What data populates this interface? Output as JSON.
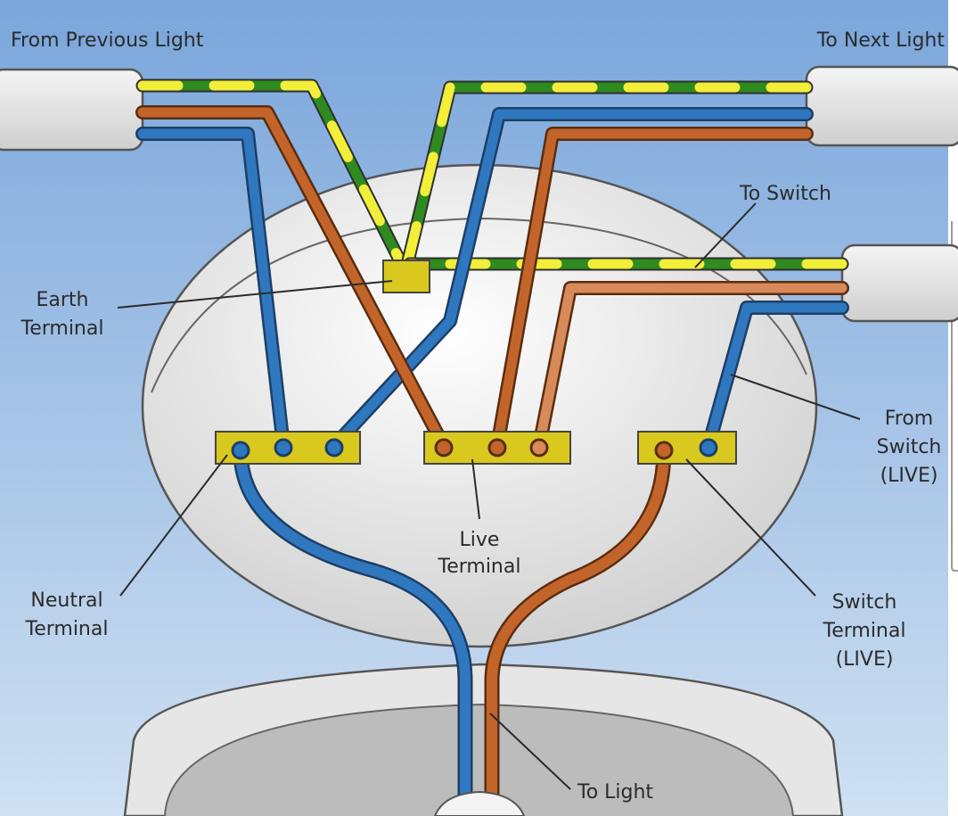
{
  "labels": {
    "from_previous_light": "From Previous Light",
    "to_next_light": "To Next Light",
    "to_switch": "To Switch",
    "earth_terminal": [
      "Earth",
      "Terminal"
    ],
    "from_switch_live": [
      "From",
      "Switch",
      "(LIVE)"
    ],
    "live_terminal": [
      "Live",
      "Terminal"
    ],
    "neutral_terminal": [
      "Neutral",
      "Terminal"
    ],
    "switch_terminal_live": [
      "Switch",
      "Terminal",
      "(LIVE)"
    ],
    "to_light": "To Light"
  },
  "colors": {
    "background_top": "#7aa6db",
    "background_bottom": "#c9dcf0",
    "earth_green": "#2f8a1f",
    "earth_yellow": "#f2ee3a",
    "live_brown": "#c3652a",
    "neutral_blue": "#2f78c0",
    "terminal_yellow": "#d9c91e",
    "rose_white": "#eaeaea"
  }
}
